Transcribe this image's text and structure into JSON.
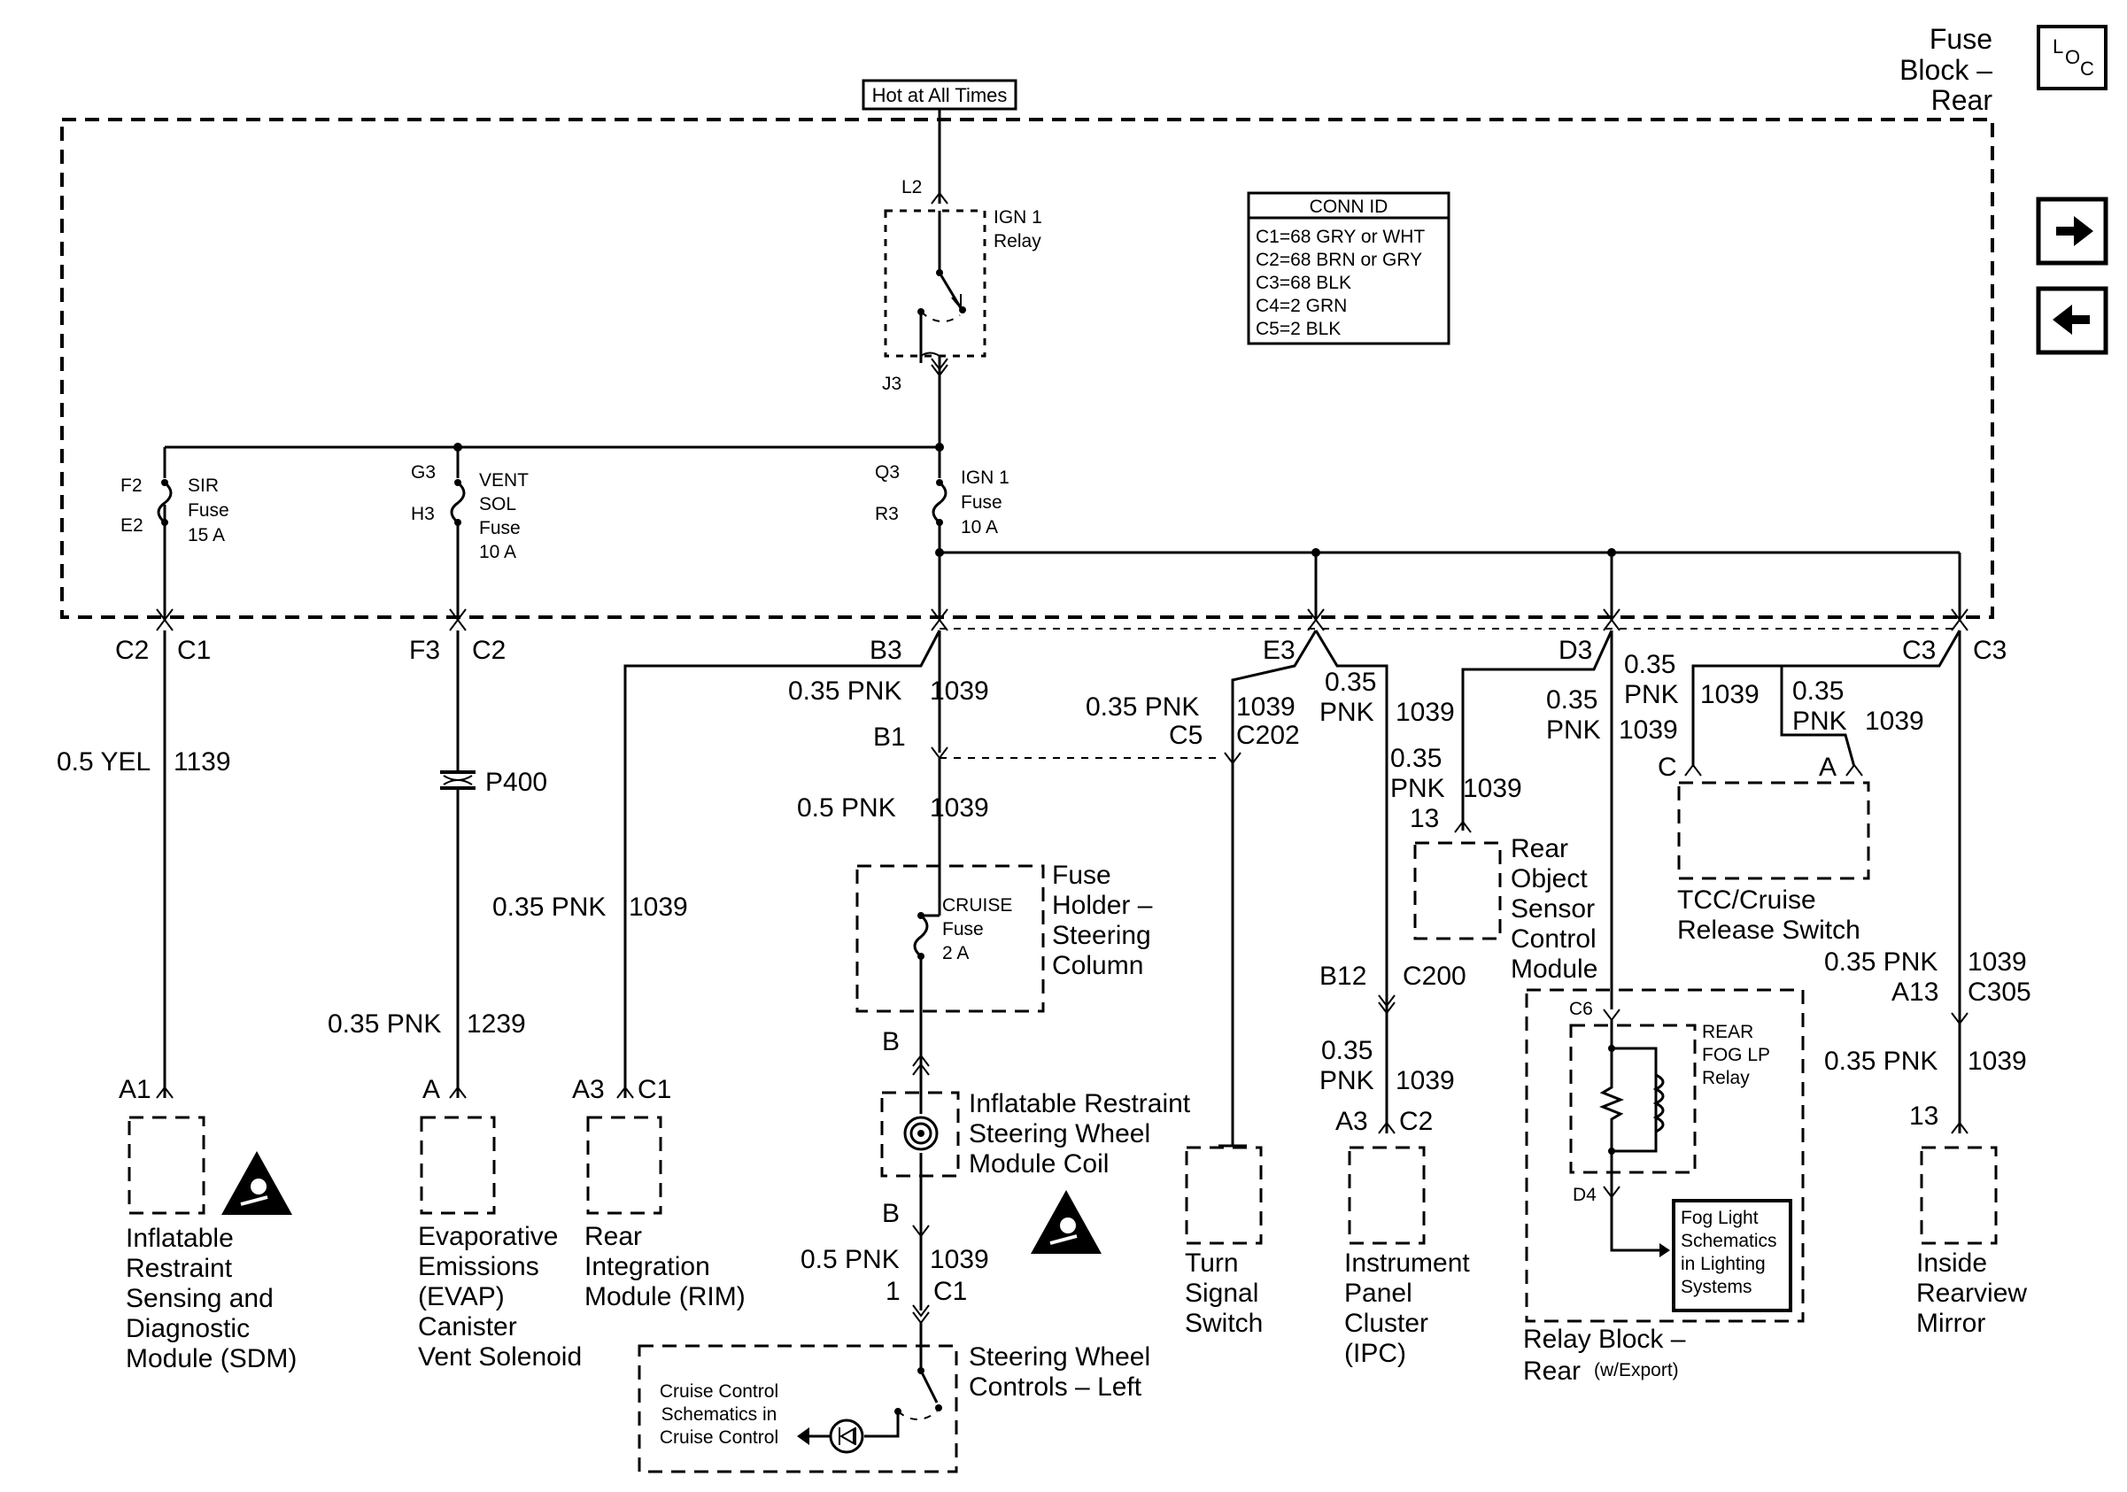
{
  "header": {
    "hot_label": "Hot at All Times",
    "fuse_block_title": [
      "Fuse",
      "Block –",
      "Rear"
    ],
    "loc_icon": "loc-icon"
  },
  "nav": {
    "next_icon": "arrow-right-icon",
    "prev_icon": "arrow-left-icon"
  },
  "relay": {
    "name": [
      "IGN 1",
      "Relay"
    ],
    "pin_top": "L2",
    "pin_bottom": "J3"
  },
  "conn_id": {
    "title": "CONN ID",
    "rows": [
      "C1=68 GRY or WHT",
      "C2=68 BRN or GRY",
      "C3=68 BLK",
      "C4=2 GRN",
      "C5=2 BLK"
    ]
  },
  "fuses": {
    "sir": {
      "pin_top": "F2",
      "pin_bottom": "E2",
      "label": [
        "SIR",
        "Fuse",
        "15 A"
      ]
    },
    "vent": {
      "pin_top": "G3",
      "pin_bottom": "H3",
      "label": [
        "VENT",
        "SOL",
        "Fuse",
        "10 A"
      ]
    },
    "ign": {
      "pin_top": "Q3",
      "pin_bottom": "R3",
      "label": [
        "IGN 1",
        "Fuse",
        "10 A"
      ]
    },
    "cruise": {
      "label": [
        "CRUISE",
        "Fuse",
        "2 A"
      ]
    }
  },
  "connectors": {
    "c2c1": [
      "C2",
      "C1"
    ],
    "f3c2": [
      "F3",
      "C2"
    ],
    "b3": "B3",
    "e3": "E3",
    "d3": "D3",
    "c3": [
      "C3",
      "C3"
    ],
    "b1": "B1",
    "c5c202": [
      "C5",
      "C202"
    ],
    "b12c200": [
      "B12",
      "C200"
    ],
    "a13c305": [
      "A13",
      "C305"
    ],
    "p400": "P400",
    "b_top": "B",
    "b_bottom": "B",
    "one_c1": [
      "1",
      "C1"
    ]
  },
  "wires": {
    "sdm": [
      "0.5 YEL",
      "1139"
    ],
    "evap": [
      "0.35 PNK",
      "1239"
    ],
    "rim": [
      "0.35 PNK",
      "1039"
    ],
    "b3": [
      "0.35 PNK",
      "1039"
    ],
    "cruise_in": [
      "0.5 PNK",
      "1039"
    ],
    "turn": [
      "0.35 PNK",
      "1039"
    ],
    "e3_pnk": [
      "0.35",
      "PNK",
      "1039"
    ],
    "ipc": [
      "0.35",
      "PNK",
      "1039"
    ],
    "roscm": [
      "0.35",
      "PNK",
      "1039"
    ],
    "d3": [
      "0.35",
      "PNK",
      "1039"
    ],
    "tcc_c": [
      "0.35",
      "PNK",
      "1039"
    ],
    "tcc_a": [
      "0.35",
      "PNK",
      "1039"
    ],
    "c3_top": [
      "0.35 PNK",
      "1039"
    ],
    "mirror": [
      "0.35 PNK",
      "1039"
    ],
    "swc": [
      "0.5 PNK",
      "1039"
    ]
  },
  "components": {
    "sdm": {
      "pins": [
        "A1"
      ],
      "label": [
        "Inflatable",
        "Restraint",
        "Sensing and",
        "Diagnostic",
        "Module (SDM)"
      ]
    },
    "evap": {
      "pins": [
        "A"
      ],
      "label": [
        "Evaporative",
        "Emissions",
        "(EVAP)",
        "Canister",
        "Vent Solenoid"
      ]
    },
    "rim": {
      "pins": [
        "A3",
        "C1"
      ],
      "label": [
        "Rear",
        "Integration",
        "Module (RIM)"
      ]
    },
    "fuse_holder": {
      "label": [
        "Fuse",
        "Holder –",
        "Steering",
        "Column"
      ]
    },
    "coil": {
      "label": [
        "Inflatable Restraint",
        "Steering Wheel",
        "Module Coil"
      ]
    },
    "swc": {
      "label": [
        "Steering Wheel",
        "Controls – Left"
      ],
      "ref": [
        "Cruise Control",
        "Schematics in",
        "Cruise Control"
      ]
    },
    "turn": {
      "label": [
        "Turn",
        "Signal",
        "Switch"
      ]
    },
    "ipc": {
      "pins": [
        "A3",
        "C2"
      ],
      "label": [
        "Instrument",
        "Panel",
        "Cluster",
        "(IPC)"
      ]
    },
    "roscm": {
      "pins": [
        "13"
      ],
      "label": [
        "Rear",
        "Object",
        "Sensor",
        "Control",
        "Module"
      ]
    },
    "tcc": {
      "pins": [
        "C",
        "A"
      ],
      "label": [
        "TCC/Cruise",
        "Release Switch"
      ]
    },
    "relay_block": {
      "pins": [
        "C6",
        "D4"
      ],
      "relay": [
        "REAR",
        "FOG LP",
        "Relay"
      ],
      "label": "Relay Block –",
      "label2": "Rear",
      "label3": "(w/Export)"
    },
    "fog_ref": {
      "label": [
        "Fog Light",
        "Schematics",
        "in Lighting",
        "Systems"
      ]
    },
    "mirror": {
      "pins": [
        "13"
      ],
      "label": [
        "Inside",
        "Rearview",
        "Mirror"
      ]
    }
  },
  "icons": [
    "airbag-warning-icon",
    "airbag-warning-icon"
  ]
}
